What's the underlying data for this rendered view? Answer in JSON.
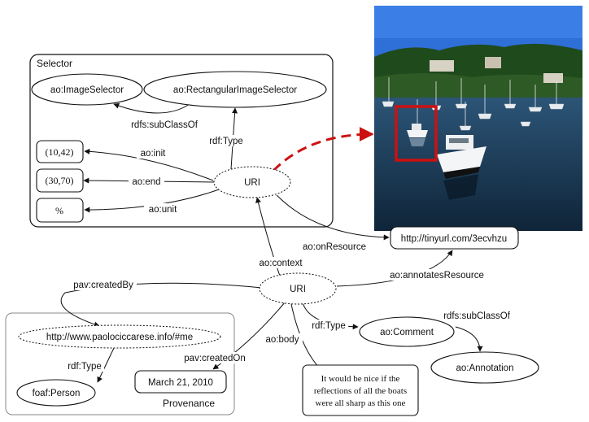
{
  "groups": {
    "selector": "Selector",
    "provenance": "Provenance"
  },
  "nodes": {
    "image_selector": "ao:ImageSelector",
    "rect_selector": "ao:RectangularImageSelector",
    "init_val": "(10,42)",
    "end_val": "(30,70)",
    "unit_val": "%",
    "selector_uri": "URI",
    "resource_url": "http://tinyurl.com/3ecvhzu",
    "annotation_uri": "URI",
    "person_uri": "http://www.paolociccarese.info/#me",
    "foaf_person": "foaf:Person",
    "created_date": "March 21, 2010",
    "comment": "ao:Comment",
    "annotation": "ao:Annotation",
    "body_text": [
      "It would be nice if the",
      "reflections of all the boats",
      "were all sharp as this one"
    ]
  },
  "edges": {
    "subclass_of_1": "rdfs:subClassOf",
    "rdf_type_1": "rdf:Type",
    "init": "ao:init",
    "end": "ao:end",
    "unit": "ao:unit",
    "on_resource": "ao:onResource",
    "context": "ao:context",
    "annotates_resource": "ao:annotatesResource",
    "created_by": "pav:createdBy",
    "rdf_type_2": "rdf:Type",
    "subclass_of_2": "rdfs:subClassOf",
    "body": "ao:body",
    "created_on": "pav:createdOn",
    "rdf_type_3": "rdf:Type"
  },
  "colors": {
    "highlight": "#cc1111",
    "water": "#1d3b5a",
    "sky": "#2f6fd8",
    "trees": "#1f4a1c"
  }
}
